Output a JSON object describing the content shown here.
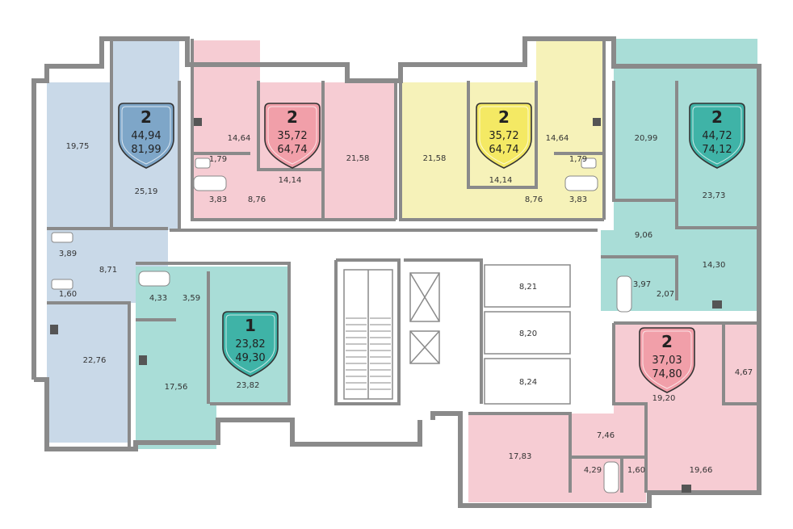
{
  "colors": {
    "blue": "#c9d9e8",
    "pink": "#f6ccd3",
    "yellow": "#f6f2b9",
    "teal": "#a9ddd7",
    "wall": "#8a8a8a",
    "badge_blue": "#7ea6c8",
    "badge_pink": "#f19fa9",
    "badge_yellow": "#f4e964",
    "badge_teal": "#3fb3a7"
  },
  "badges": [
    {
      "id": "apt-blue",
      "rooms": "2",
      "living": "44,94",
      "total": "81,99"
    },
    {
      "id": "apt-pink",
      "rooms": "2",
      "living": "35,72",
      "total": "64,74"
    },
    {
      "id": "apt-yellow",
      "rooms": "2",
      "living": "35,72",
      "total": "64,74"
    },
    {
      "id": "apt-teal-top",
      "rooms": "2",
      "living": "44,72",
      "total": "74,12"
    },
    {
      "id": "apt-teal-small",
      "rooms": "1",
      "living": "23,82",
      "total": "49,30"
    },
    {
      "id": "apt-pink-bottom",
      "rooms": "2",
      "living": "37,03",
      "total": "74,80"
    }
  ],
  "room_labels": [
    "19,75",
    "25,19",
    "3,89",
    "8,71",
    "1,60",
    "22,76",
    "14,64",
    "1,79",
    "3,83",
    "8,76",
    "14,14",
    "21,58",
    "21,58",
    "14,14",
    "8,76",
    "14,64",
    "1,79",
    "3,83",
    "20,99",
    "23,73",
    "9,06",
    "14,30",
    "3,97",
    "2,07",
    "4,33",
    "3,59",
    "23,82",
    "17,56",
    "8,21",
    "8,20",
    "8,24",
    "4,67",
    "19,20",
    "7,46",
    "17,83",
    "4,29",
    "1,60",
    "19,66"
  ]
}
